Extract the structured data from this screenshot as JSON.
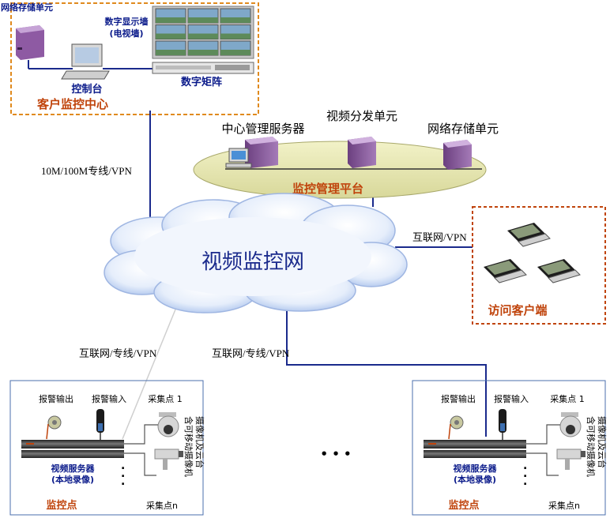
{
  "center": {
    "storage_label": "网络存储单元",
    "wall_label": "数字显示墙",
    "wall_sublabel": "(电视墙)",
    "console_label": "控制台",
    "matrix_label": "数字矩阵",
    "title": "客户监控中心"
  },
  "platform": {
    "server1": "中心管理服务器",
    "server2": "视频分发单元",
    "server3": "网络存储单元",
    "title": "监控管理平台"
  },
  "network": {
    "cloud_label": "视频监控网",
    "link_center": "10M/100M专线/VPN",
    "link_client": "互联网/VPN",
    "link_left": "互联网/专线/VPN",
    "link_right": "互联网/专线/VPN"
  },
  "client": {
    "title": "访问客户端"
  },
  "site": {
    "alarm_out": "报警输出",
    "alarm_in": "报警输入",
    "point1": "采集点 1",
    "pointn": "采集点n",
    "server_line1": "视频服务器",
    "server_line2": "(本地录像)",
    "camera_line1": "摄像机及云台",
    "camera_line2": "含可移动摄像机",
    "title": "监控点"
  },
  "ellipsis": "• • •"
}
